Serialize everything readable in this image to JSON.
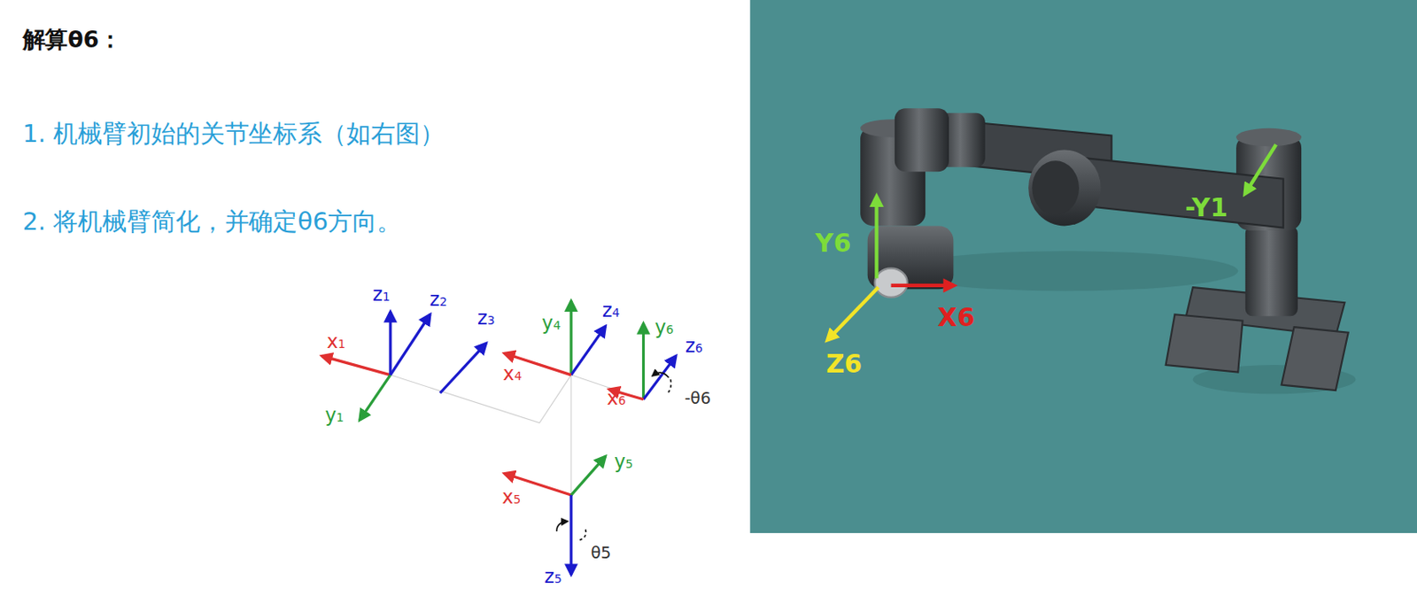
{
  "diagram": {
    "title": "解算θ6：",
    "labels": [
      "1. 机械臂初始的关节坐标系（如右图）",
      "2. 将机械臂简化，并确定θ6方向。",
      "z1",
      "z2",
      "z3",
      "x1",
      "y1",
      "y4",
      "z4",
      "x4",
      "y6",
      "z6",
      "x6",
      "-θ6",
      "y5",
      "x5",
      "z5",
      "θ5",
      "Y6",
      "X6",
      "Z6",
      "-Y1"
    ]
  }
}
